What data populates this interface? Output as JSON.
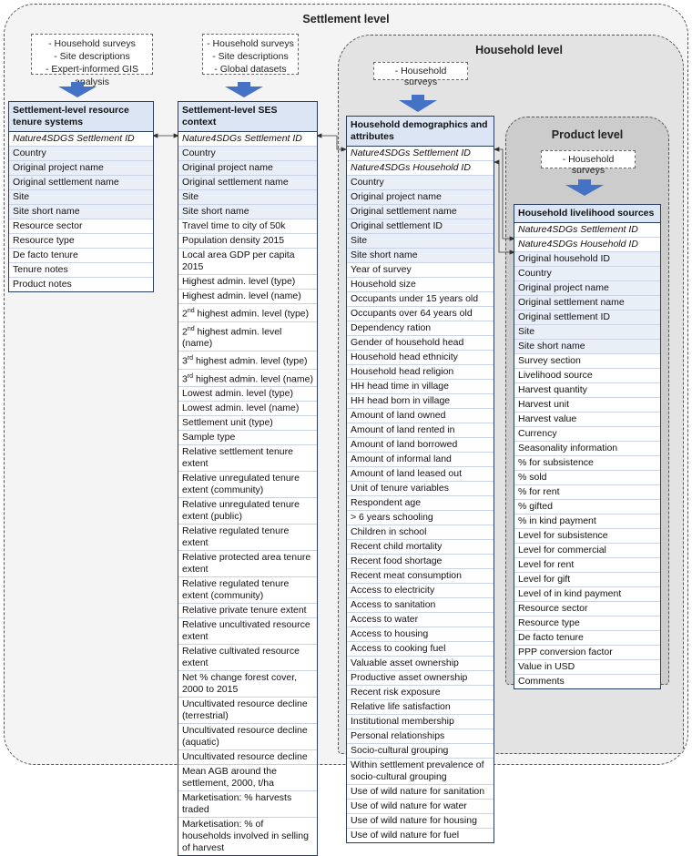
{
  "levels": {
    "settlement": "Settlement level",
    "household": "Household level",
    "product": "Product level"
  },
  "sources": {
    "tenure": [
      "- Household surveys",
      "- Site descriptions",
      "- Expert-informed GIS analysis"
    ],
    "ses": [
      "- Household surveys",
      "- Site descriptions",
      "- Global datasets"
    ],
    "household": [
      "- Household surveys"
    ],
    "product": [
      "- Household surveys"
    ]
  },
  "tables": {
    "tenure": {
      "title": "Settlement-level resource tenure systems",
      "rows": [
        "Nature4SDGS Settlement ID",
        "Country",
        "Original project name",
        "Original settlement name",
        "Site",
        "Site short name",
        "Resource sector",
        "Resource type",
        "De facto tenure",
        "Tenure notes",
        "Product notes"
      ]
    },
    "ses": {
      "title": "Settlement-level SES context",
      "rows": [
        "Nature4SDGs Settlement ID",
        "Country",
        "Original project name",
        "Original settlement name",
        "Site",
        "Site short name",
        "Travel time to city of 50k",
        "Population density 2015",
        "Local area GDP per capita 2015",
        "Highest admin. level (type)",
        "Highest admin. level (name)",
        "2nd highest admin. level (type)",
        "2nd highest admin. level (name)",
        "3rd highest admin. level (type)",
        "3rd highest admin. level (name)",
        "Lowest admin. level (type)",
        "Lowest admin. level (name)",
        "Settlement unit (type)",
        "Sample type",
        "Relative settlement tenure extent",
        "Relative unregulated tenure extent (community)",
        "Relative unregulated tenure extent (public)",
        "Relative regulated tenure extent",
        "Relative protected area tenure extent",
        "Relative regulated tenure extent (community)",
        "Relative private tenure extent",
        "Relative uncultivated resource extent",
        "Relative cultivated resource extent",
        "Net % change forest cover, 2000 to 2015",
        "Uncultivated resource decline (terrestrial)",
        "Uncultivated resource decline (aquatic)",
        "Uncultivated resource decline",
        "Mean AGB around the settlement, 2000, t/ha",
        "Marketisation: % harvests traded",
        "Marketisation: % of households involved in selling of harvest"
      ]
    },
    "household": {
      "title": "Household demographics and attributes",
      "rows": [
        "Nature4SDGs Settlement ID",
        "Nature4SDGs Household ID",
        "Country",
        "Original project name",
        "Original settlement name",
        "Original settlement ID",
        "Site",
        "Site short name",
        "Year of survey",
        "Household size",
        "Occupants under 15 years old",
        "Occupants over 64 years old",
        "Dependency ration",
        "Gender of household head",
        "Household head ethnicity",
        "Household head religion",
        "HH head time in village",
        "HH head born in village",
        "Amount of land owned",
        "Amount of land rented in",
        "Amount of land borrowed",
        "Amount of informal land",
        "Amount of land leased out",
        "Unit of tenure variables",
        "Respondent age",
        "> 6 years schooling",
        "Children in school",
        "Recent child mortality",
        "Recent food shortage",
        "Recent meat consumption",
        "Access to electricity",
        "Access to sanitation",
        "Access to water",
        "Access to housing",
        "Access to cooking fuel",
        "Valuable asset ownership",
        "Productive asset ownership",
        "Recent risk exposure",
        "Relative life satisfaction",
        "Institutional membership",
        "Personal relationships",
        "Socio-cultural grouping",
        "Within settlement prevalence of socio-cultural grouping",
        "Use of wild nature for sanitation",
        "Use of wild nature for water",
        "Use of wild nature for housing",
        "Use of wild nature for fuel"
      ]
    },
    "product": {
      "title": "Household livelihood sources",
      "rows": [
        "Nature4SDGs Settlement ID",
        "Nature4SDGs Household ID",
        "Original household ID",
        "Country",
        "Original project name",
        "Original settlement name",
        "Original settlement ID",
        "Site",
        "Site short name",
        "Survey section",
        "Livelihood source",
        "Harvest quantity",
        "Harvest unit",
        "Harvest value",
        "Currency",
        "Seasonality information",
        "% for subsistence",
        "% sold",
        "% for rent",
        "% gifted",
        "% in kind payment",
        "Level for subsistence",
        "Level for commercial",
        "Level for rent",
        "Level for gift",
        "Level of in kind payment",
        "Resource sector",
        "Resource type",
        "De facto tenure",
        "PPP conversion factor",
        "Value in USD",
        "Comments"
      ]
    }
  },
  "colors": {
    "arrow": "#4472c4",
    "table_header": "#dbe5f4",
    "row_shade": "#e9eef7",
    "household_bg": "#ececec",
    "product_bg": "#c9c9c9"
  }
}
